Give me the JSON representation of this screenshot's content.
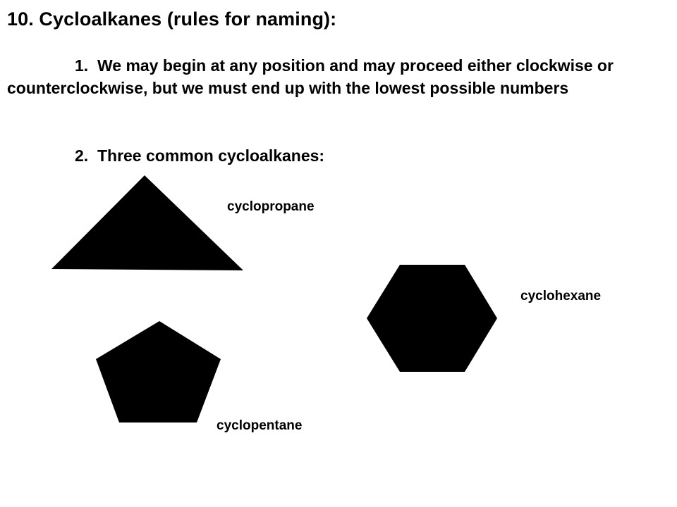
{
  "title": "10.  Cycloalkanes (rules for naming):",
  "rules": [
    {
      "number": "1.",
      "text": "We may begin at any position and may proceed either clockwise or counterclockwise, but we must end up with the lowest possible numbers"
    },
    {
      "number": "2.",
      "text": "Three common cycloalkanes:"
    }
  ],
  "molecules": [
    {
      "name": "cyclopropane",
      "shape": "triangle-icon",
      "fill": "#000000"
    },
    {
      "name": "cyclohexane",
      "shape": "hexagon-icon",
      "fill": "#000000"
    },
    {
      "name": "cyclopentane",
      "shape": "pentagon-icon",
      "fill": "#000000"
    }
  ]
}
